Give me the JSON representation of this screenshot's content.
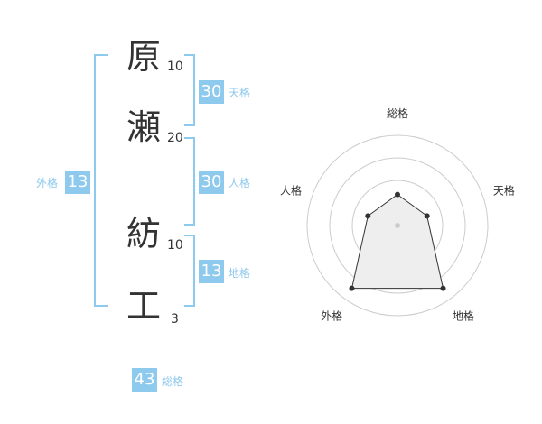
{
  "name_chars": [
    {
      "char": "原",
      "strokes": "10"
    },
    {
      "char": "瀬",
      "strokes": "20"
    },
    {
      "char": "紡",
      "strokes": "10"
    },
    {
      "char": "工",
      "strokes": "3"
    }
  ],
  "kaku": {
    "tenkaku": {
      "value": "30",
      "label": "天格"
    },
    "jinkaku": {
      "value": "30",
      "label": "人格"
    },
    "chikaku": {
      "value": "13",
      "label": "地格"
    },
    "gaikaku": {
      "value": "13",
      "label": "外格"
    },
    "soukaku": {
      "value": "43",
      "label": "総格"
    }
  },
  "colors": {
    "accent": "#8ec9ee",
    "text": "#333333",
    "grid": "#cccccc",
    "fill": "#eeeeee"
  },
  "chart_data": {
    "type": "radar",
    "axes": [
      "総格",
      "天格",
      "地格",
      "外格",
      "人格"
    ],
    "values": [
      2,
      2,
      5,
      5,
      2
    ],
    "max": 5,
    "rings": 4,
    "grid": true
  }
}
